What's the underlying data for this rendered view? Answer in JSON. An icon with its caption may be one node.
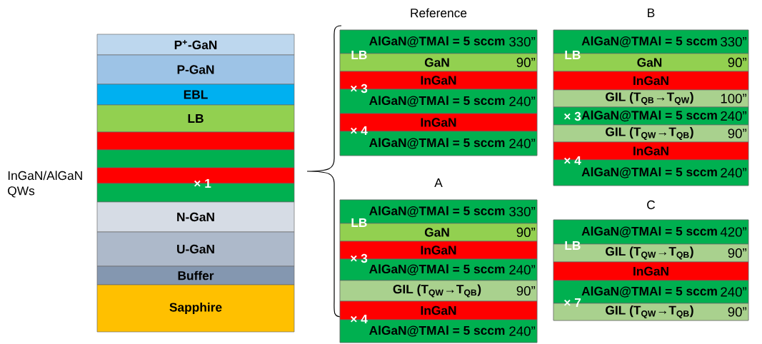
{
  "diagram": {
    "nodes": [
      {
        "text": [
          "P$^{+}$-GaN"
        ]
      },
      {
        "text": [
          "P-GaN"
        ]
      },
      {
        "text": [
          "EBL"
        ]
      },
      {
        "text": [
          "LB"
        ]
      },
      {
        "text": [],
        "shape": "bar"
      },
      {
        "text": [],
        "shape": "bar"
      },
      {
        "text": [],
        "shape": "bar"
      },
      {
        "text": [],
        "shape": "bar"
      },
      {
        "text": [
          "N-GaN"
        ]
      },
      {
        "text": [
          "U-GaN"
        ]
      },
      {
        "text": [
          "Buffer"
        ]
      },
      {
        "text": [
          "Sapphire"
        ]
      },
      {
        "text": [
          "Reference"
        ]
      },
      {
        "text": [
          "AlGaN@TMAl = 5 sccm",
          "330”"
        ],
        "in": 12
      },
      {
        "text": [
          "GaN",
          "90”"
        ],
        "in": 12
      },
      {
        "text": [
          "InGaN"
        ],
        "in": 12
      },
      {
        "text": [
          "AlGaN@TMAl = 5 sccm",
          "240”"
        ],
        "in": 12
      },
      {
        "text": [
          "InGaN"
        ],
        "in": 12
      },
      {
        "text": [
          "AlGaN@TMAl = 5 sccm",
          "240”"
        ],
        "in": 12
      },
      {
        "text": [
          "B"
        ]
      },
      {
        "text": [
          "AlGaN@TMAl = 5 sccm",
          "330”"
        ],
        "in": 19
      },
      {
        "text": [
          "GaN",
          "90”"
        ],
        "in": 19
      },
      {
        "text": [
          "InGaN"
        ],
        "in": 19
      },
      {
        "text": [
          "GIL (T$_{QB}$→T$_{QW}$)",
          "100”"
        ],
        "in": 19
      },
      {
        "text": [
          "AlGaN@TMAl = 5 sccm",
          "240”"
        ],
        "in": 19
      },
      {
        "text": [
          "GIL (T$_{QW}$→T$_{QB}$)",
          "90”"
        ],
        "in": 19
      },
      {
        "text": [
          "InGaN"
        ],
        "in": 19
      },
      {
        "text": [
          "AlGaN@TMAl = 5 sccm",
          "240”"
        ],
        "in": 19
      },
      {
        "text": [
          "A"
        ]
      },
      {
        "text": [
          "AlGaN@TMAl = 5 sccm",
          "330”"
        ],
        "in": 28
      },
      {
        "text": [
          "GaN",
          "90”"
        ],
        "in": 28
      },
      {
        "text": [
          "InGaN"
        ],
        "in": 28
      },
      {
        "text": [
          "AlGaN@TMAl = 5 sccm",
          "240”"
        ],
        "in": 28
      },
      {
        "text": [
          "GIL (T$_{QW}$→T$_{QB}$)",
          "90”"
        ],
        "in": 28
      },
      {
        "text": [
          "InGaN"
        ],
        "in": 28
      },
      {
        "text": [
          "AlGaN@TMAl = 5 sccm",
          "240”"
        ],
        "in": 28
      },
      {
        "text": [
          "C"
        ]
      },
      {
        "text": [
          "AlGaN@TMAl = 5 sccm",
          "420”"
        ],
        "in": 36
      },
      {
        "text": [
          "GIL (T$_{QW}$→T$_{QB}$)",
          "90”"
        ],
        "in": 36
      },
      {
        "text": [
          "InGaN"
        ],
        "in": 36
      },
      {
        "text": [
          "AlGaN@TMAl = 5 sccm",
          "240”"
        ],
        "in": 36
      },
      {
        "text": [
          "GIL (T$_{QW}$→T$_{QB}$)",
          "90”"
        ],
        "in": 36
      }
    ],
    "labels": [
      "× 1",
      "InGaN/AlGaN QWs",
      "LB",
      "× 3",
      "× 4",
      "LB",
      "× 3",
      "× 4",
      "LB",
      "× 3",
      "× 4",
      "LB",
      "× 7"
    ]
  }
}
